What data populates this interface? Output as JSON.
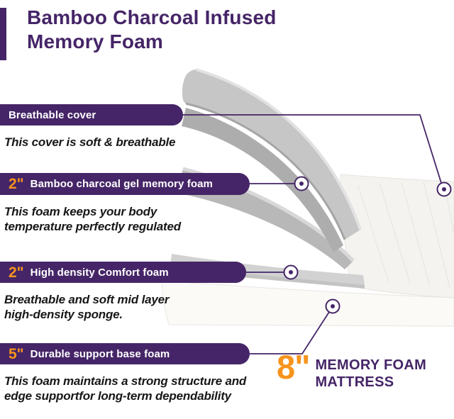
{
  "colors": {
    "purple": "#452567",
    "orange": "#f7941d"
  },
  "title": {
    "line1": "Bamboo Charcoal Infused",
    "line2": "Memory Foam"
  },
  "callouts": [
    {
      "size": "",
      "label": "Breathable cover",
      "desc": "This cover is soft & breathable"
    },
    {
      "size": "2\"",
      "label": "Bamboo charcoal gel memory foam",
      "desc": "This foam keeps your body temperature perfectly regulated"
    },
    {
      "size": "2\"",
      "label": "High density Comfort foam",
      "desc": "Breathable and soft mid layer high-density sponge."
    },
    {
      "size": "5\"",
      "label": "Durable support base foam",
      "desc": "This foam maintains a strong structure and edge supportfor long-term dependability"
    }
  ],
  "badge": {
    "size": "8\"",
    "line1": "MEMORY FOAM",
    "line2": "MATTRESS"
  }
}
